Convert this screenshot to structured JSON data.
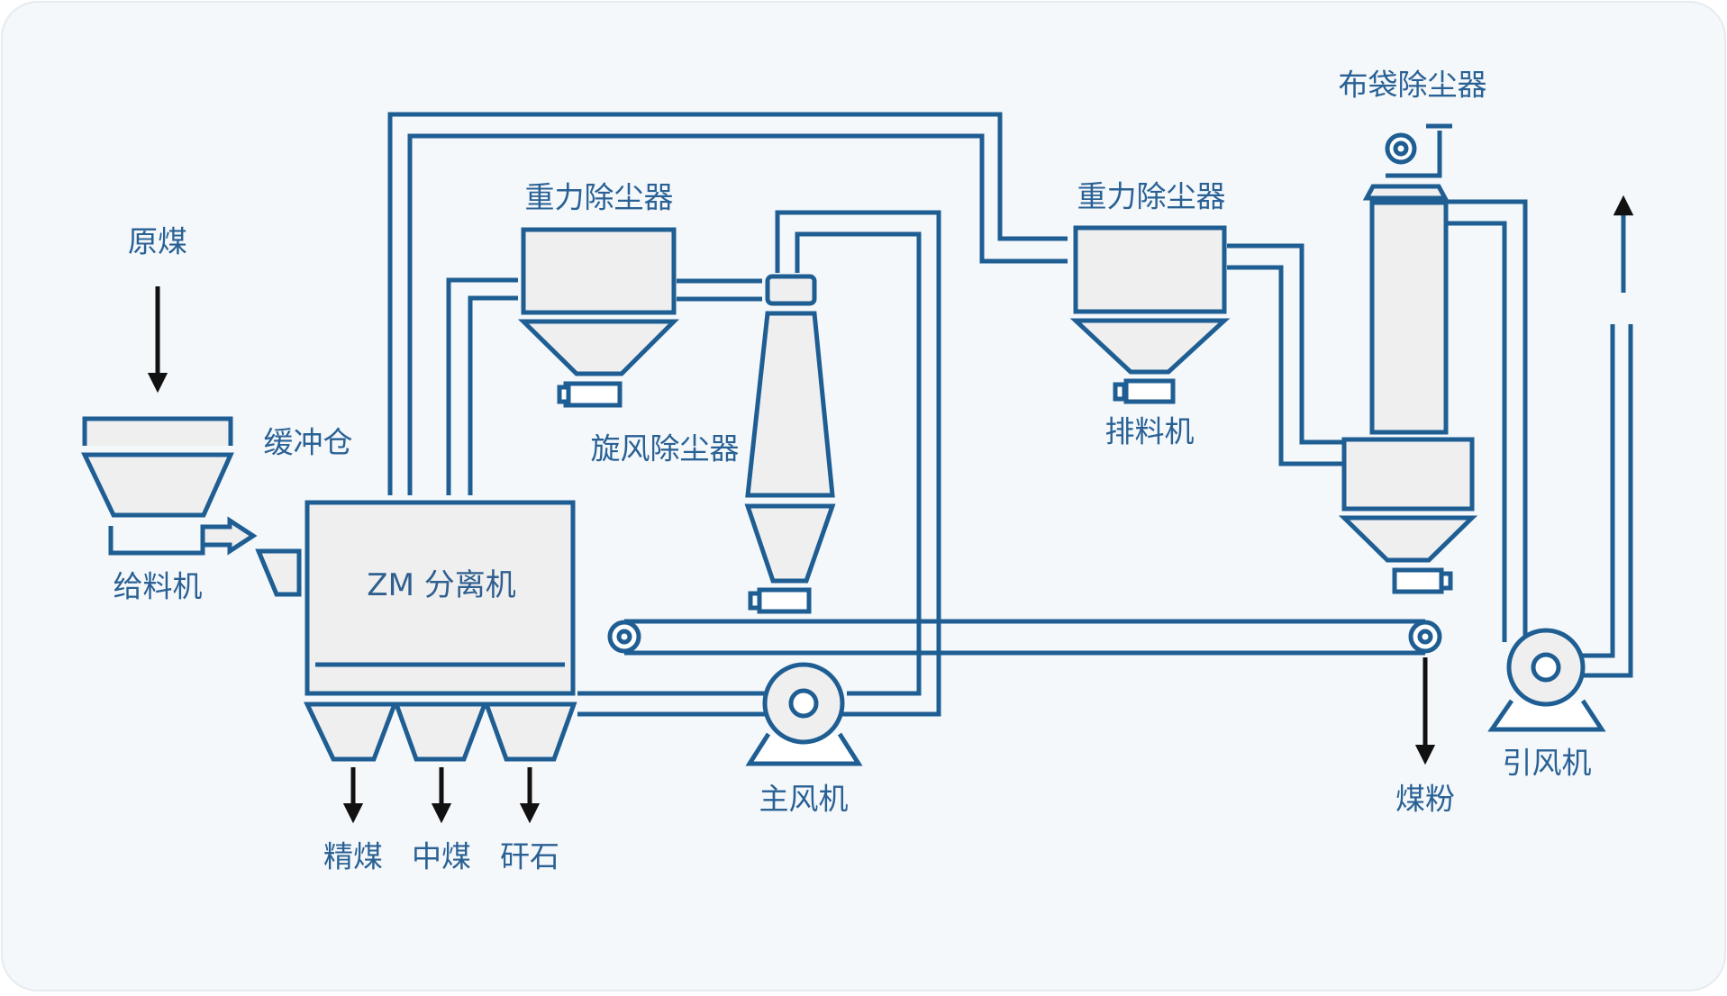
{
  "labels": {
    "raw_coal": "原煤",
    "feeder": "给料机",
    "buffer_bin": "缓冲仓",
    "separator": "ZM 分离机",
    "gravity_collector_1": "重力除尘器",
    "cyclone": "旋风除尘器",
    "gravity_collector_2": "重力除尘器",
    "discharger": "排料机",
    "bag_filter": "布袋除尘器",
    "main_fan": "主风机",
    "induced_fan": "引风机",
    "coal_powder": "煤粉",
    "clean_coal": "精煤",
    "middling_coal": "中煤",
    "gangue": "矸石"
  },
  "colors": {
    "stroke": "#1f5e93",
    "fill": "#efefef",
    "background": "#f4f8fb",
    "arrow": "#111111",
    "text": "#2a6194"
  }
}
